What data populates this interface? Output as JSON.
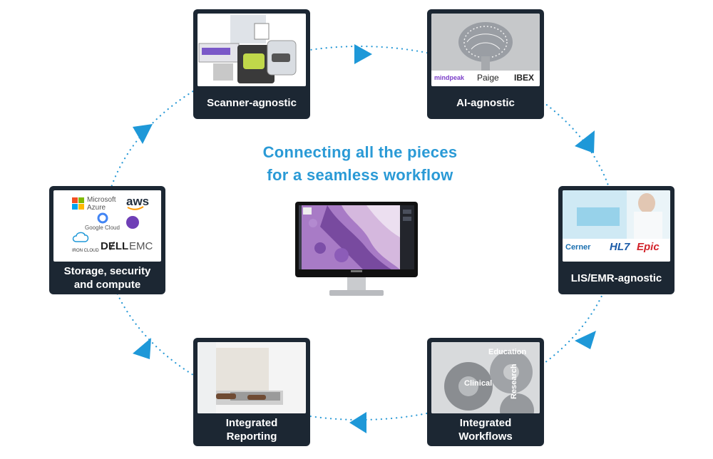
{
  "headline": {
    "line1": "Connecting all the pieces",
    "line2": "for a seamless workflow"
  },
  "colors": {
    "card": "#1c2733",
    "accent": "#2a9ad6",
    "dots": "#2a9ad6"
  },
  "cards": {
    "scanner": {
      "label": "Scanner-agnostic"
    },
    "ai": {
      "label": "AI-agnostic",
      "logos": [
        "mindpeak",
        "Paige",
        "IBEX"
      ]
    },
    "lis": {
      "label": "LIS/EMR-agnostic",
      "logos": [
        "Cerner",
        "HL7",
        "Epic"
      ]
    },
    "workflows": {
      "label_line1": "Integrated",
      "label_line2": "Workflows",
      "gear_words": [
        "Education",
        "Clinical",
        "Research"
      ]
    },
    "reporting": {
      "label_line1": "Integrated",
      "label_line2": "Reporting"
    },
    "storage": {
      "label_line1": "Storage, security",
      "label_line2": "and compute",
      "logos": {
        "ms1": "Microsoft",
        "ms2": "Azure",
        "aws": "aws",
        "gcloud": "Google Cloud",
        "iron": "IRON CLOUD",
        "dell": "DɆLL",
        "emc": "EMC"
      }
    }
  },
  "cycle_arrows": [
    "arrow-top",
    "arrow-right-upper",
    "arrow-right-lower",
    "arrow-bottom",
    "arrow-left-lower",
    "arrow-left-upper"
  ]
}
